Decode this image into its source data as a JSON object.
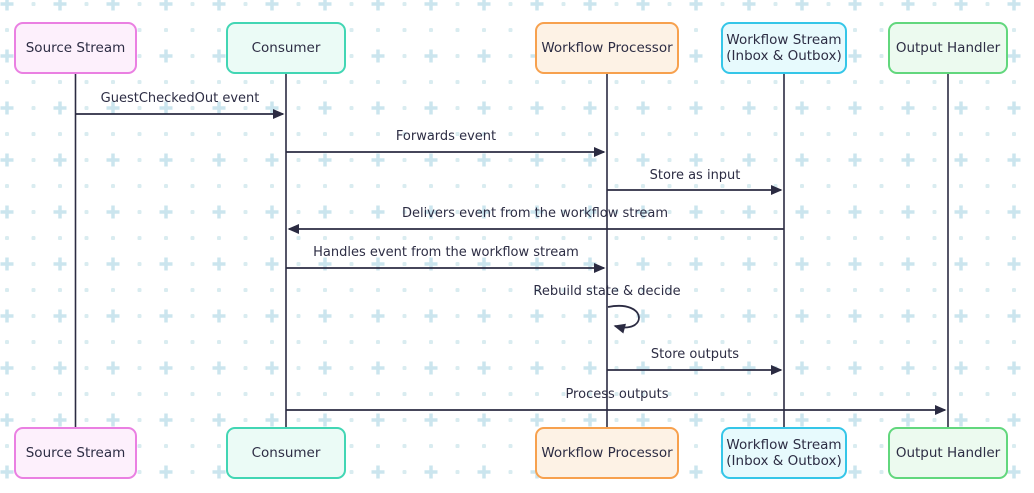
{
  "diagram": {
    "type": "sequence-diagram",
    "actors": [
      {
        "id": "source-stream",
        "label": "Source Stream",
        "border_color": "#ea80e2",
        "fill_color": "#fdf0fc"
      },
      {
        "id": "consumer",
        "label": "Consumer",
        "border_color": "#42d6b4",
        "fill_color": "#ebfbf6"
      },
      {
        "id": "workflow-processor",
        "label": "Workflow Processor",
        "border_color": "#f7a14e",
        "fill_color": "#fdf2e5"
      },
      {
        "id": "workflow-stream",
        "label": "Workflow Stream (Inbox & Outbox)",
        "label_line1": "Workflow Stream",
        "label_line2": "(Inbox & Outbox)",
        "border_color": "#35c6e8",
        "fill_color": "#e7fafd"
      },
      {
        "id": "output-handler",
        "label": "Output Handler",
        "border_color": "#62d77d",
        "fill_color": "#ecfaef"
      }
    ],
    "messages": [
      {
        "label": "GuestCheckedOut event",
        "from": "Source Stream",
        "to": "Consumer"
      },
      {
        "label": "Forwards event",
        "from": "Consumer",
        "to": "Workflow Processor"
      },
      {
        "label": "Store as input",
        "from": "Workflow Processor",
        "to": "Workflow Stream (Inbox & Outbox)"
      },
      {
        "label": "Delivers event from the workflow stream",
        "from": "Workflow Stream (Inbox & Outbox)",
        "to": "Consumer"
      },
      {
        "label": "Handles event from the workflow stream",
        "from": "Consumer",
        "to": "Workflow Processor"
      },
      {
        "label": "Rebuild state & decide",
        "from": "Workflow Processor",
        "to": "Workflow Processor",
        "self_message": true
      },
      {
        "label": "Store outputs",
        "from": "Workflow Processor",
        "to": "Workflow Stream (Inbox & Outbox)"
      },
      {
        "label": "Process outputs",
        "from": "Consumer",
        "to": "Output Handler"
      }
    ],
    "colors": {
      "background": "#ffffff",
      "line": "#2b2b42",
      "text": "#2d2d44",
      "pattern_plus": "#cbe5ee",
      "pattern_dot": "#d9ecf0"
    }
  }
}
